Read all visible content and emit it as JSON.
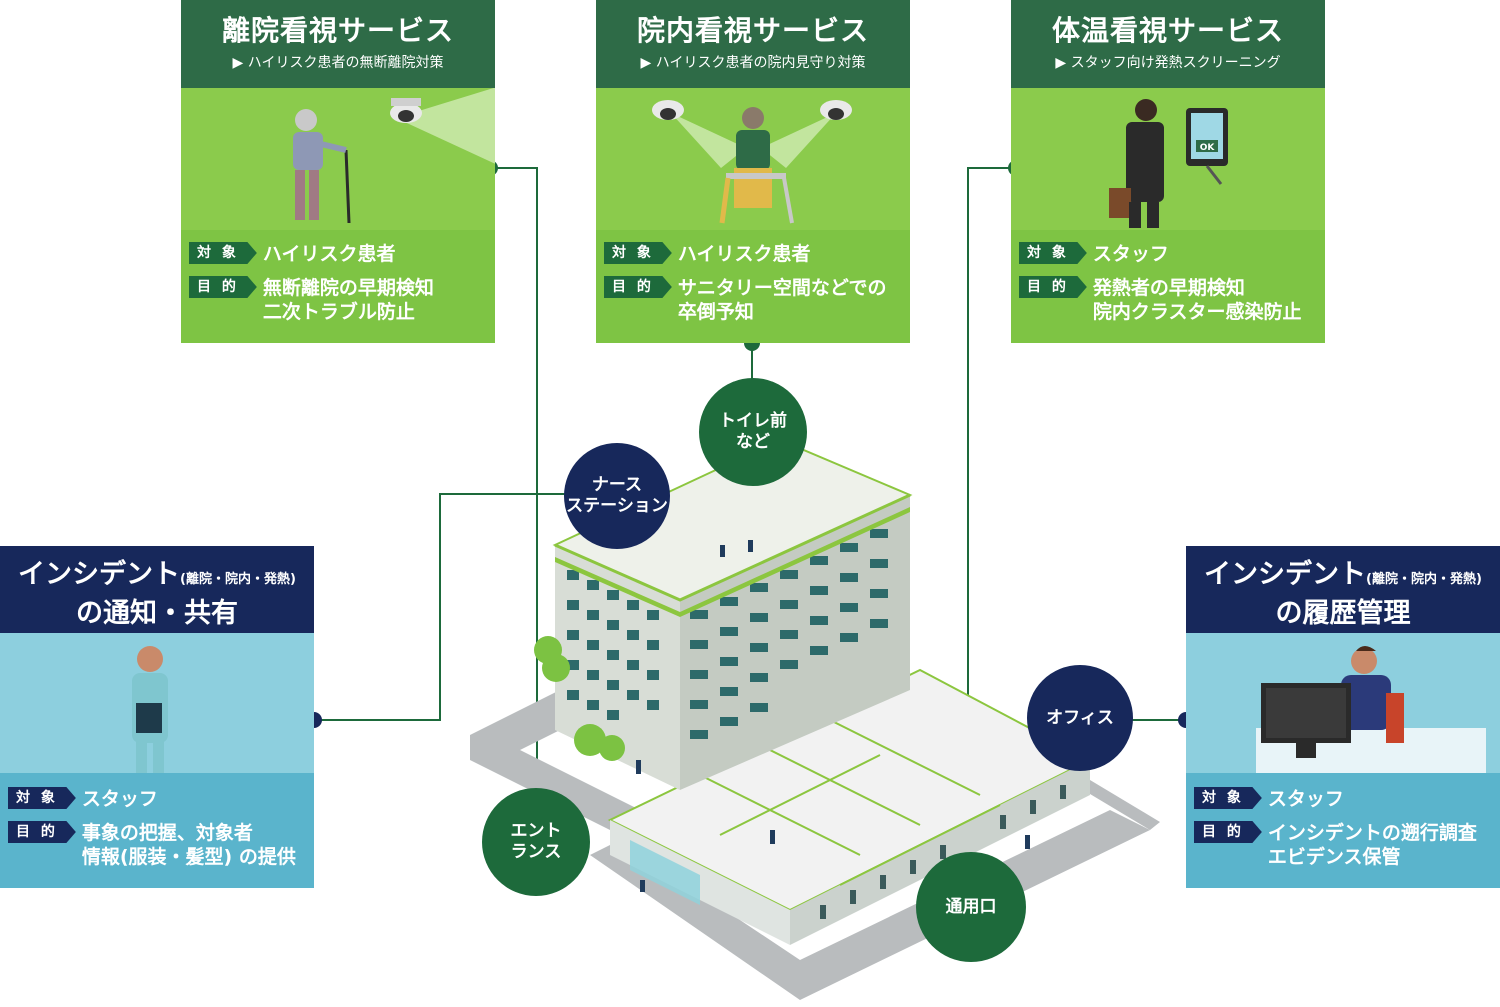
{
  "services": [
    {
      "title": "離院看視サービス",
      "subtitle": "▶ ハイリスク患者の無断離院対策",
      "target_tag": "対 象",
      "target": "ハイリスク患者",
      "purpose_tag": "目 的",
      "purpose": "無断離院の早期検知\n二次トラブル防止"
    },
    {
      "title": "院内看視サービス",
      "subtitle": "▶ ハイリスク患者の院内見守り対策",
      "target_tag": "対 象",
      "target": "ハイリスク患者",
      "purpose_tag": "目 的",
      "purpose": "サニタリー空間などでの\n卒倒予知"
    },
    {
      "title": "体温看視サービス",
      "subtitle": "▶ スタッフ向け発熱スクリーニング",
      "target_tag": "対 象",
      "target": "スタッフ",
      "purpose_tag": "目 的",
      "purpose": "発熱者の早期検知\n院内クラスター感染防止"
    }
  ],
  "incident_share": {
    "title_main": "インシデント",
    "title_small": "(離院・院内・発熱)",
    "title_line2": "の通知・共有",
    "target_tag": "対 象",
    "target": "スタッフ",
    "purpose_tag": "目 的",
    "purpose": "事象の把握、対象者\n情報(服装・髪型) の提供"
  },
  "incident_history": {
    "title_main": "インシデント",
    "title_small": "(離院・院内・発熱)",
    "title_line2": "の履歴管理",
    "target_tag": "対 象",
    "target": "スタッフ",
    "purpose_tag": "目 的",
    "purpose": "インシデントの遡行調査\nエビデンス保管"
  },
  "locations": {
    "toilet": "トイレ前\nなど",
    "nurse_station": "ナース\nステーション",
    "office": "オフィス",
    "entrance": "エント\nランス",
    "staff_entrance": "通用口"
  },
  "art": {
    "ok_badge": "OK"
  },
  "colors": {
    "service_header": "#2e6b47",
    "service_body": "#8bcb4c",
    "incident_header": "#17285b",
    "incident_body": "#6fc0d5",
    "location_green": "#1d6a3b",
    "location_navy": "#17285b"
  }
}
